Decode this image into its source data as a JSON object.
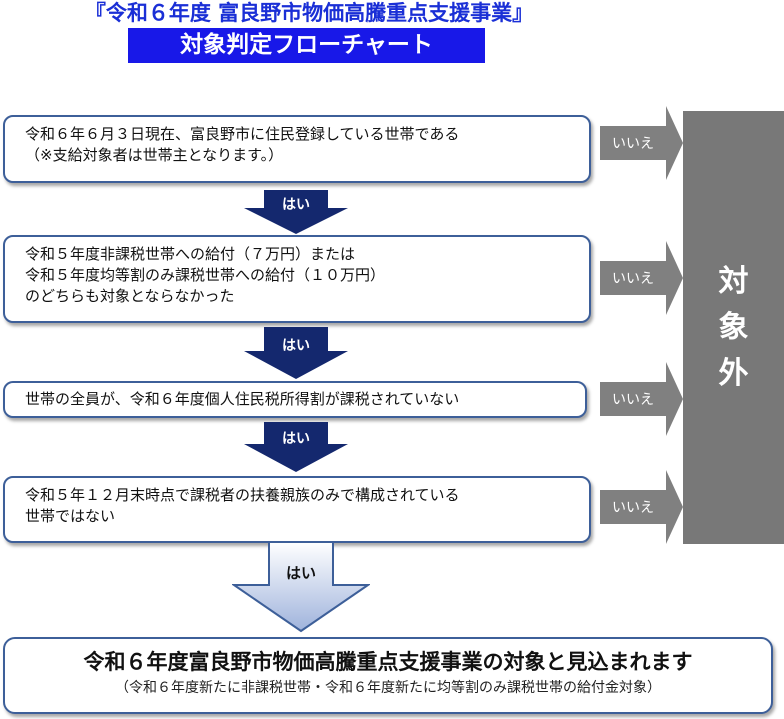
{
  "title": "『令和６年度 富良野市物価高騰重点支援事業』",
  "subtitle": "対象判定フローチャート",
  "conditions": [
    {
      "lines": [
        "令和６年６月３日現在、富良野市に住民登録している世帯である",
        "（※支給対象者は世帯主となります。）"
      ]
    },
    {
      "lines": [
        "令和５年度非課税世帯への給付（７万円）または",
        "令和５年度均等割のみ課税世帯への給付（１０万円）",
        "のどちらも対象とならなかった"
      ]
    },
    {
      "lines": [
        "世帯の全員が、令和６年度個人住民税所得割が課税されていない"
      ]
    },
    {
      "lines": [
        "令和５年１２月末時点で課税者の扶養親族のみで構成されている",
        "世帯ではない"
      ]
    }
  ],
  "yes_label": "はい",
  "no_label": "いいえ",
  "not_eligible": "対\n象\n外",
  "result": {
    "main": "令和６年度富良野市物価高騰重点支援事業の対象と見込まれます",
    "note": "（令和６年度新たに非課税世帯・令和６年度新たに均等割のみ課税世帯の給付金対象）"
  },
  "colors": {
    "title": "#1a2fd6",
    "subtitle_bg": "#1818e8",
    "box_border": "#3d5f99",
    "yes_arrow": "#14286e",
    "no_arrow": "#808080",
    "not_eligible_bg": "#787878",
    "final_arrow_fill_top": "#ffffff",
    "final_arrow_fill_bottom": "#9fb3dc"
  },
  "icons": {
    "yes_arrow": "arrow-down-dark",
    "no_arrow": "arrow-right-gray",
    "final_arrow": "arrow-down-gradient"
  }
}
